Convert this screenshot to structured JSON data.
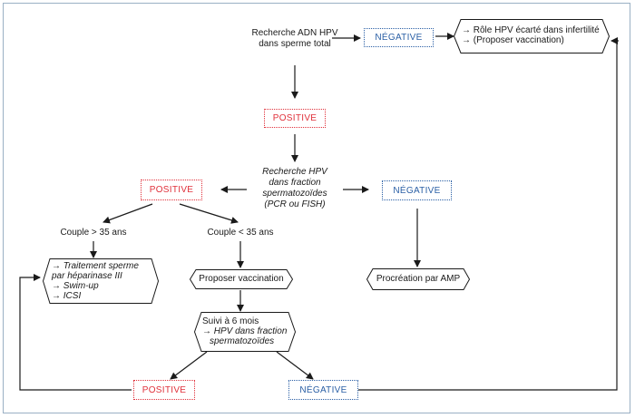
{
  "nodes": {
    "start": [
      "Recherche ADN HPV",
      "dans sperme total"
    ],
    "neg_top": "NÉGATIVE",
    "role": [
      "→ Rôle HPV écarté dans infertilité",
      "→ (Proposer vaccination)"
    ],
    "pos1": "POSITIVE",
    "frac": [
      "Recherche HPV",
      "dans fraction",
      "spermatozoïdes",
      "(PCR ou FISH)"
    ],
    "pos2": "POSITIVE",
    "neg2": "NÉGATIVE",
    "couple_gt": "Couple > 35 ans",
    "couple_lt": "Couple < 35 ans",
    "treat": [
      "→ Traitement sperme",
      "par héparinase III",
      "→ Swim-up",
      "→ ICSI"
    ],
    "vacc": "Proposer vaccination",
    "amp": "Procréation par AMP",
    "suivi": [
      "Suivi à 6 mois",
      "→ HPV dans fraction",
      "spermatozoïdes"
    ],
    "pos3": "POSITIVE",
    "neg3": "NÉGATIVE"
  },
  "colors": {
    "positive": "#e0303a",
    "negative": "#2a5fa5",
    "line": "#1a1a1a",
    "frame": "#9ab0c4"
  }
}
